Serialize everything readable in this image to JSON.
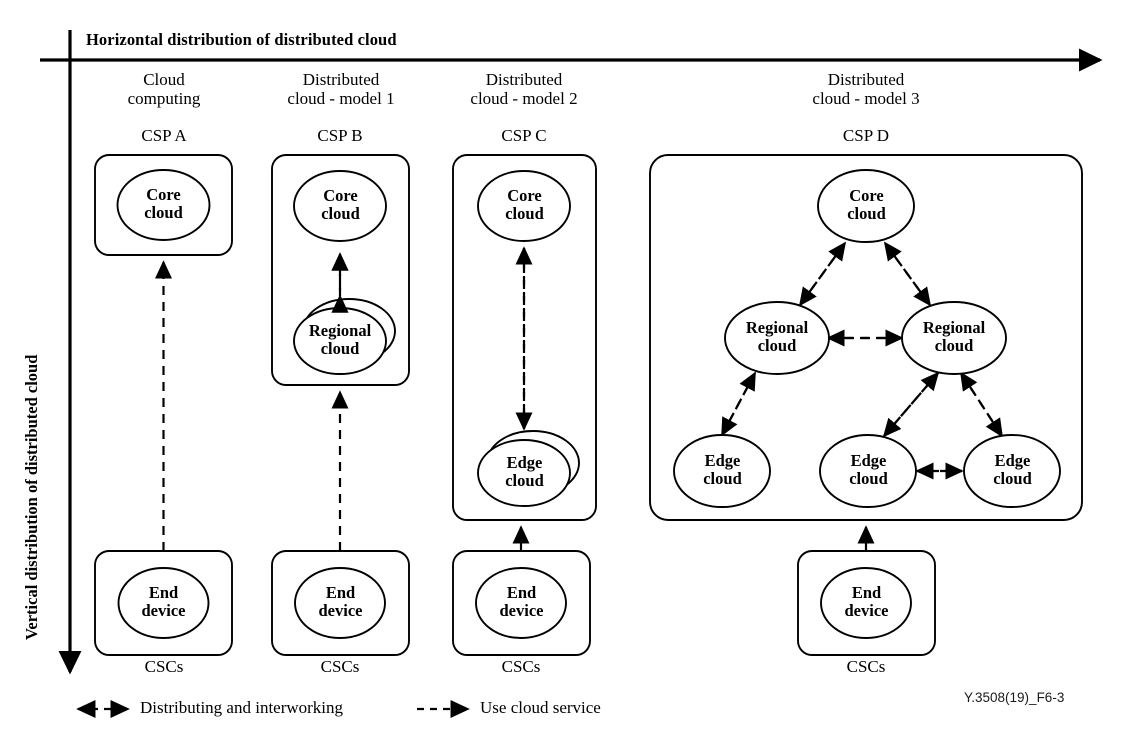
{
  "figure": {
    "id_label": "Y.3508(19)_F6-3",
    "stroke_color": "#000000",
    "background_color": "#ffffff"
  },
  "axes": {
    "horizontal": {
      "label": "Horizontal distribution of distributed cloud",
      "arrow_direction": "right"
    },
    "vertical": {
      "label": "Vertical distribution of distributed cloud",
      "arrow_direction": "down"
    }
  },
  "columns": [
    {
      "key": "col1",
      "title": "Cloud\ncomputing",
      "provider_label": "CSP A",
      "consumer_label": "CSCs",
      "nodes": [
        {
          "key": "core",
          "label": "Core\ncloud",
          "stacked": false
        },
        {
          "key": "end",
          "label": "End\ndevice",
          "stacked": false
        }
      ]
    },
    {
      "key": "col2",
      "title": "Distributed\ncloud - model 1",
      "provider_label": "CSP B",
      "consumer_label": "CSCs",
      "nodes": [
        {
          "key": "core",
          "label": "Core\ncloud",
          "stacked": false
        },
        {
          "key": "regional",
          "label": "Regional\ncloud",
          "stacked": true
        },
        {
          "key": "end",
          "label": "End\ndevice",
          "stacked": false
        }
      ]
    },
    {
      "key": "col3",
      "title": "Distributed\ncloud - model 2",
      "provider_label": "CSP C",
      "consumer_label": "CSCs",
      "nodes": [
        {
          "key": "core",
          "label": "Core\ncloud",
          "stacked": false
        },
        {
          "key": "edge",
          "label": "Edge\ncloud",
          "stacked": true
        },
        {
          "key": "end",
          "label": "End\ndevice",
          "stacked": false
        }
      ]
    },
    {
      "key": "col4",
      "title": "Distributed\ncloud - model 3",
      "provider_label": "CSP D",
      "consumer_label": "CSCs",
      "nodes": [
        {
          "key": "core",
          "label": "Core\ncloud",
          "stacked": false
        },
        {
          "key": "regional-left",
          "label": "Regional\ncloud",
          "stacked": false
        },
        {
          "key": "regional-right",
          "label": "Regional\ncloud",
          "stacked": false
        },
        {
          "key": "edge-1",
          "label": "Edge\ncloud",
          "stacked": false
        },
        {
          "key": "edge-2",
          "label": "Edge\ncloud",
          "stacked": false
        },
        {
          "key": "edge-3",
          "label": "Edge\ncloud",
          "stacked": false
        },
        {
          "key": "end",
          "label": "End\ndevice",
          "stacked": false
        }
      ]
    }
  ],
  "legend": [
    {
      "key": "distributing",
      "label": "Distributing and interworking",
      "arrow_style": "bidirectional-dashed"
    },
    {
      "key": "use-cloud-service",
      "label": "Use cloud service",
      "arrow_style": "unidirectional-dashed"
    }
  ]
}
